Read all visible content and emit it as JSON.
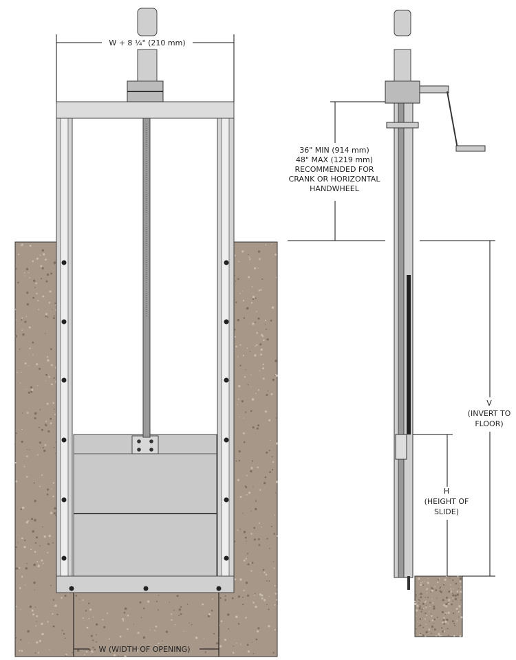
{
  "front_view": {
    "overall_width_label": "W + 8 ¼\" (210 mm)",
    "opening_width_label": "W (WIDTH OF OPENING)"
  },
  "side_view": {
    "operator_height_lines": [
      "36\" MIN (914 mm)",
      "48\" MAX (1219 mm)",
      "RECOMMENDED FOR",
      "CRANK OR HORIZONTAL",
      "HANDWHEEL"
    ],
    "invert_lines": [
      "V",
      "(INVERT TO",
      "FLOOR)"
    ],
    "slide_height_lines": [
      "H",
      "(HEIGHT OF",
      "SLIDE)"
    ]
  },
  "colors": {
    "concrete": "#a69788",
    "steel": "#d4d4d4",
    "steel_dark": "#8a8a8a",
    "line": "#111111"
  }
}
